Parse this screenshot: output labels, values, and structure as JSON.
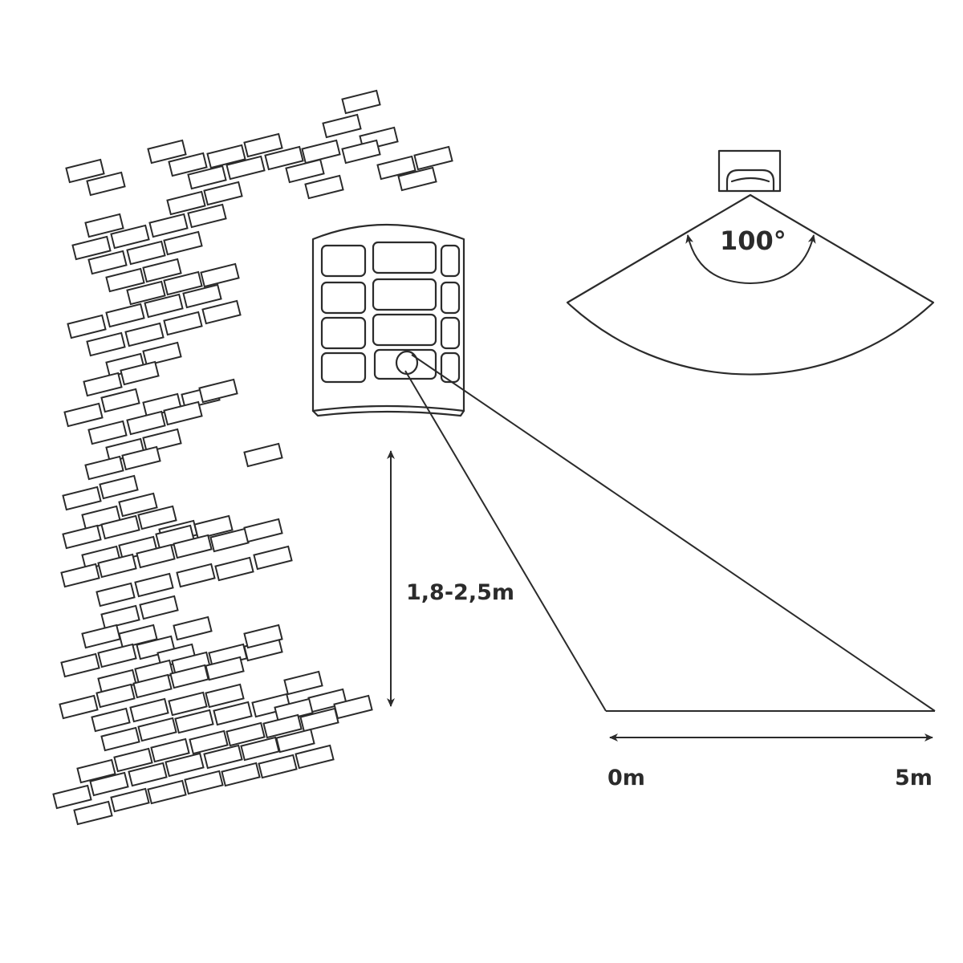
{
  "diagram": {
    "detection_angle": "100°",
    "mount_height": "1,8-2,5m",
    "range_start": "0m",
    "range_end": "5m"
  }
}
